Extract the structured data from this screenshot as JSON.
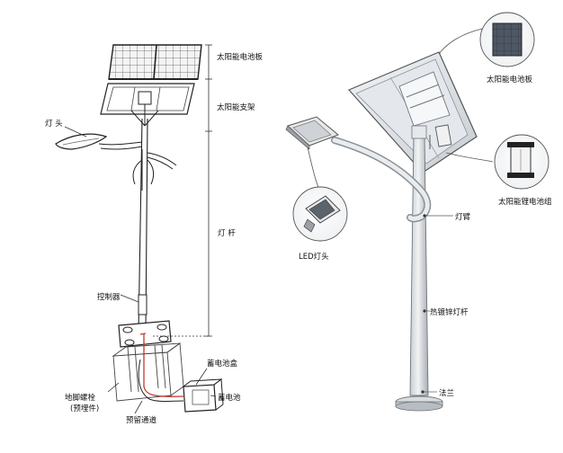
{
  "left_diagram": {
    "labels": {
      "solar_panel": "太阳能电池板",
      "solar_bracket": "太阳能支架",
      "lamp_head": "灯 头",
      "lamp_pole": "灯 杆",
      "controller": "控制器",
      "battery_box": "蓄电池盒",
      "battery": "蓄电池",
      "anchor_bolt_line1": "地脚螺栓",
      "anchor_bolt_line2": "(预埋件)",
      "embedded_conduit": "预留通道"
    }
  },
  "right_diagram": {
    "labels": {
      "solar_panel": "太阳能电池板",
      "lithium_battery_pack": "太阳能锂电池组",
      "led_lamp_head": "LED灯头",
      "lamp_arm": "灯臂",
      "galvanized_pole": "热镀锌灯杆",
      "flange": "法兰"
    }
  }
}
